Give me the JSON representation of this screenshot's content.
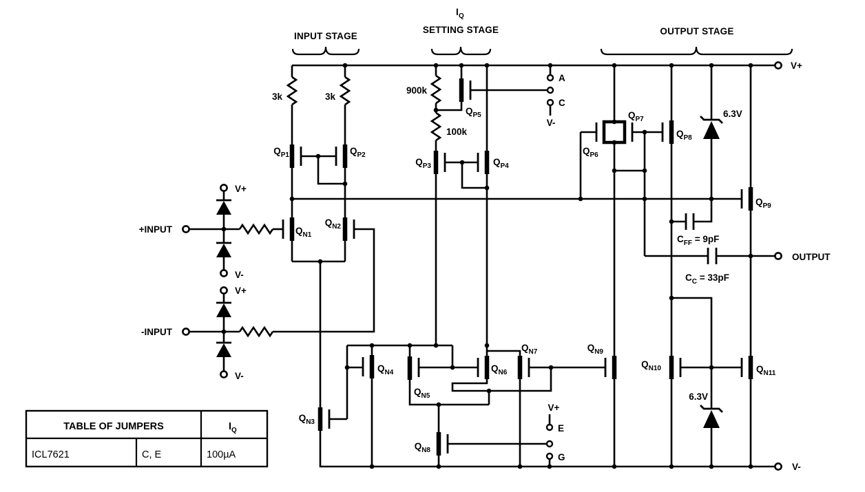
{
  "stages": {
    "input": "INPUT STAGE",
    "setting_prefix": "I",
    "setting_sub": "Q",
    "setting": "SETTING STAGE",
    "output": "OUTPUT STAGE"
  },
  "terminals": {
    "v_plus": "V+",
    "v_minus": "V-",
    "output": "OUTPUT",
    "pos_input": "+INPUT",
    "neg_input": "-INPUT"
  },
  "protection": {
    "pos_top": "V+",
    "pos_bottom": "V-",
    "neg_top": "V+",
    "neg_bottom": "V-"
  },
  "jumpers": {
    "a": "A",
    "c": "C",
    "ac_ref": "V-",
    "eg_ref": "V+",
    "e": "E",
    "g": "G"
  },
  "resistors": {
    "r_3k_left": "3k",
    "r_3k_right": "3k",
    "r_900k": "900k",
    "r_100k": "100k"
  },
  "capacitors": {
    "cff": {
      "p": "C",
      "s": "FF",
      "v": " = 9pF"
    },
    "cc": {
      "p": "C",
      "s": "C",
      "v": " = 33pF"
    }
  },
  "zeners": {
    "top": "6.3V",
    "bottom": "6.3V"
  },
  "transistors": {
    "qp1": {
      "p": "Q",
      "s": "P1"
    },
    "qp2": {
      "p": "Q",
      "s": "P2"
    },
    "qp3": {
      "p": "Q",
      "s": "P3"
    },
    "qp4": {
      "p": "Q",
      "s": "P4"
    },
    "qp5": {
      "p": "Q",
      "s": "P5"
    },
    "qp6": {
      "p": "Q",
      "s": "P6"
    },
    "qp7": {
      "p": "Q",
      "s": "P7"
    },
    "qp8": {
      "p": "Q",
      "s": "P8"
    },
    "qp9": {
      "p": "Q",
      "s": "P9"
    },
    "qn1": {
      "p": "Q",
      "s": "N1"
    },
    "qn2": {
      "p": "Q",
      "s": "N2"
    },
    "qn3": {
      "p": "Q",
      "s": "N3"
    },
    "qn4": {
      "p": "Q",
      "s": "N4"
    },
    "qn5": {
      "p": "Q",
      "s": "N5"
    },
    "qn6": {
      "p": "Q",
      "s": "N6"
    },
    "qn7": {
      "p": "Q",
      "s": "N7"
    },
    "qn8": {
      "p": "Q",
      "s": "N8"
    },
    "qn9": {
      "p": "Q",
      "s": "N9"
    },
    "qn10": {
      "p": "Q",
      "s": "N10"
    },
    "qn11": {
      "p": "Q",
      "s": "N11"
    }
  },
  "table": {
    "header": "TABLE OF JUMPERS",
    "iq": {
      "p": "I",
      "s": "Q"
    },
    "device": "ICL7621",
    "jumper_cols": "C, E",
    "current": "100µA"
  }
}
